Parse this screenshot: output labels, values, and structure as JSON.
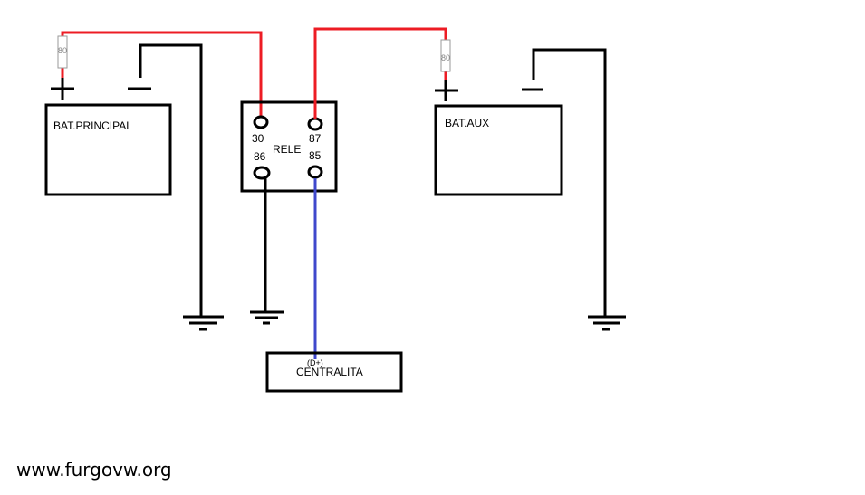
{
  "diagram": {
    "battery_main": {
      "label": "BAT.PRINCIPAL",
      "plus": "+",
      "minus": "−",
      "fuse": "80"
    },
    "battery_aux": {
      "label": "BAT.AUX",
      "plus": "+",
      "minus": "−",
      "fuse": "80"
    },
    "relay": {
      "label": "RELE",
      "pins": {
        "p30": "30",
        "p87": "87",
        "p86": "86",
        "p85": "85"
      }
    },
    "ecu": {
      "label": "CENTRALITA",
      "terminal": "(D+)"
    },
    "watermark": "www.furgovw.org",
    "colors": {
      "positive": "#ed1c24",
      "signal": "#3f48cc",
      "wire": "#000000",
      "fuse_outline": "#9a9a9a"
    },
    "icons": [
      "ground-symbol",
      "fuse-symbol",
      "relay-pin"
    ]
  }
}
